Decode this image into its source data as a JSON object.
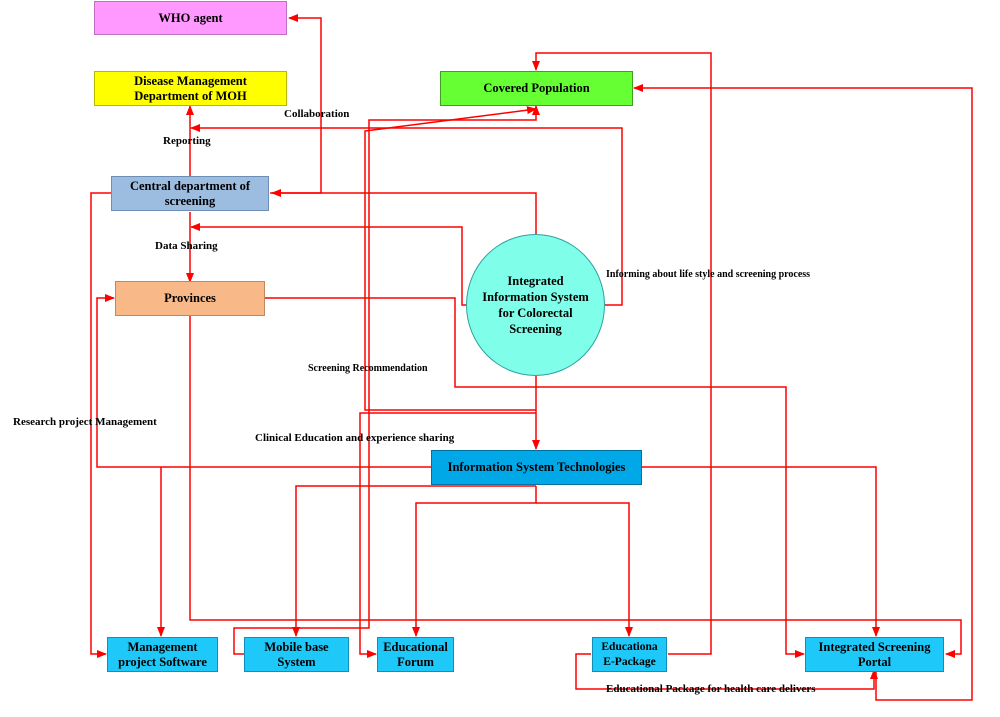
{
  "nodes": {
    "who": {
      "label": "WHO agent",
      "color": "#FF99FF"
    },
    "moh": {
      "line1": "Disease Management",
      "line2": "Department of MOH",
      "color": "#FFFF00"
    },
    "covered": {
      "label": "Covered Population",
      "color": "#66FF33"
    },
    "central": {
      "line1": "Central department of",
      "line2": "screening",
      "color": "#9DBDE0"
    },
    "provinces": {
      "label": "Provinces",
      "color": "#F8B888"
    },
    "iis": {
      "line1": "Integrated",
      "line2": "Information System",
      "line3": "for Colorectal",
      "line4": "Screening",
      "color": "#7FFFEA"
    },
    "ist": {
      "label": "Information System Technologies",
      "color": "#00A8E8"
    },
    "mps": {
      "line1": "Management",
      "line2": "project Software",
      "color": "#1EC8F8"
    },
    "mobile": {
      "line1": "Mobile base",
      "line2": "System",
      "color": "#1EC8F8"
    },
    "forum": {
      "line1": "Educational",
      "line2": "Forum",
      "color": "#1EC8F8"
    },
    "epackage": {
      "line1": "Educationa",
      "line2": "E-Package",
      "color": "#1EC8F8"
    },
    "portal": {
      "line1": "Integrated Screening",
      "line2": "Portal",
      "color": "#1EC8F8"
    }
  },
  "labels": {
    "collaboration": "Collaboration",
    "reporting": "Reporting",
    "data_sharing": "Data Sharing",
    "informing": "Informing about life style and screening process",
    "screening_recommendation": "Screening Recommendation",
    "research": "Research project Management",
    "clinical": "Clinical Education and experience sharing",
    "educational_package": "Educational Package for health care delivers"
  },
  "colors": {
    "connector": "#FF0000",
    "border": "#8AA6C8"
  }
}
